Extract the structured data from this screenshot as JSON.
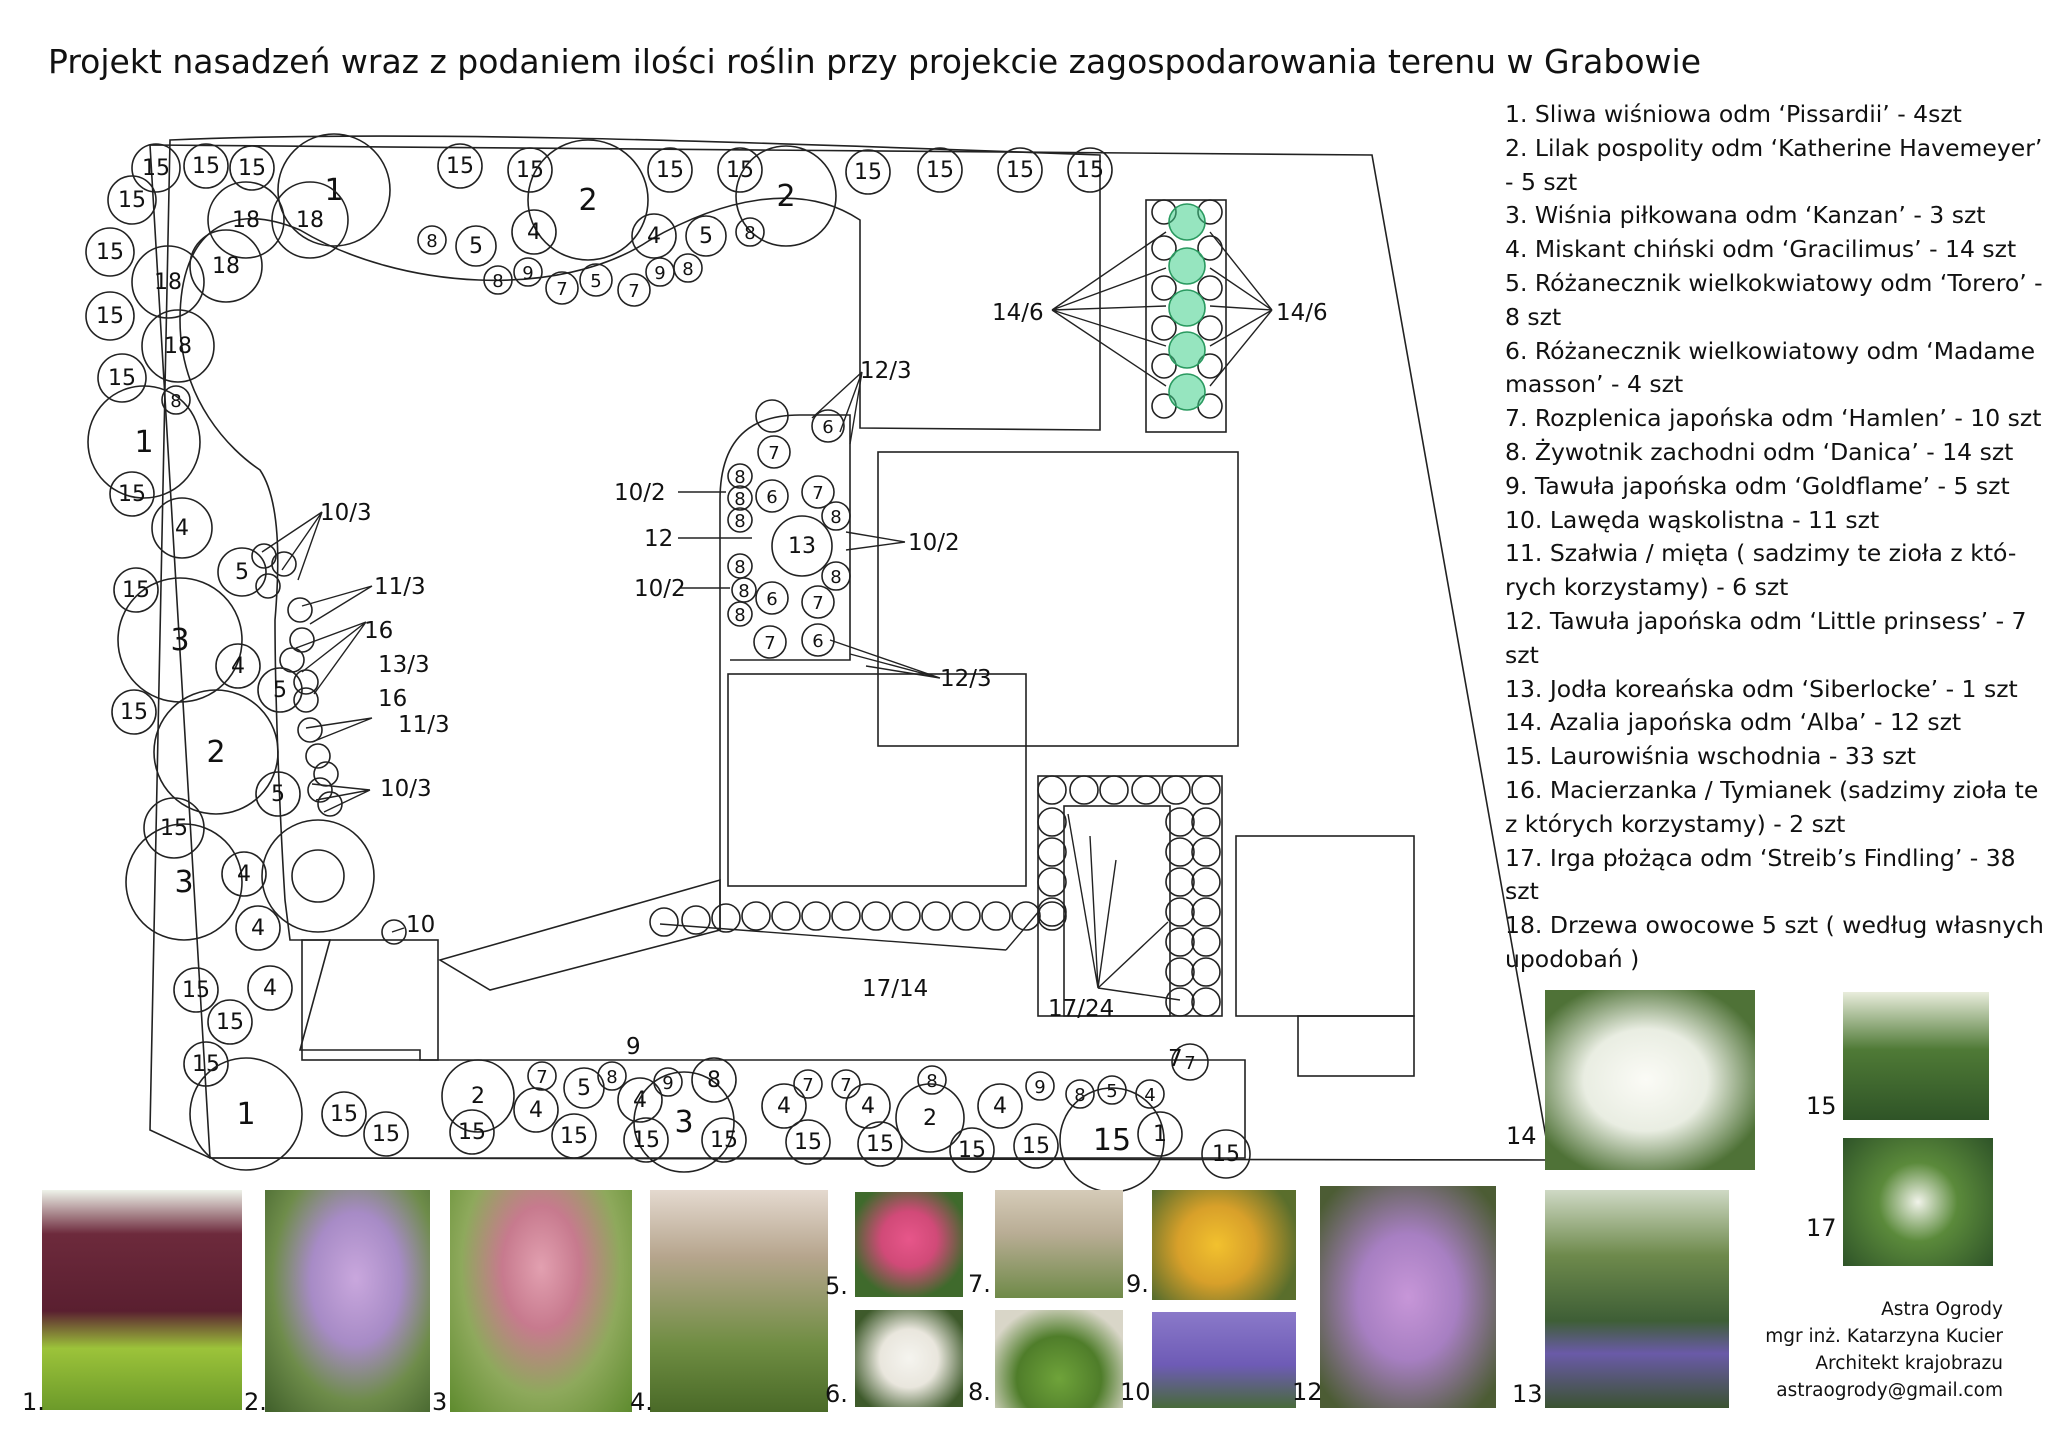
{
  "title": "Projekt nasadzeń wraz z podaniem ilości roślin przy projekcie zagospodarowania terenu w Grabowie",
  "legend": [
    "1. Sliwa wiśniowa odm ‘Pissardii’ - 4szt",
    "2. Lilak pospolity odm ‘Katherine Havemeyer’ - 5 szt",
    "3. Wiśnia piłkowana odm ‘Kanzan’ - 3 szt",
    "4. Miskant chiński odm ‘Gracilimus’ - 14 szt",
    "5. Różanecznik wielkokwiatowy odm ‘Torero’ - 8 szt",
    "6. Różanecznik wielkowiatowy odm ‘Madame masson’ - 4 szt",
    "7. Rozplenica japońska odm ‘Hamlen’ - 10 szt",
    "8. Żywotnik zachodni odm ‘Danica’ - 14 szt",
    "9. Tawuła japońska odm ‘Goldflame’ - 5 szt",
    "10. Lawęda wąskolistna - 11 szt",
    "11. Szałwia / mięta ( sadzimy te zioła z któ- rych korzystamy) - 6 szt",
    "12. Tawuła japońska odm ‘Little prinsess’ - 7 szt",
    "13. Jodła koreańska odm ‘Siberlocke’ - 1 szt",
    "14. Azalia japońska odm ‘Alba’ - 12 szt",
    "15. Laurowiśnia wschodnia - 33 szt",
    "16. Macierzanka / Tymianek (sadzimy zioła te z których korzystamy) - 2 szt",
    "17. Irga płożąca odm ‘Streib’s Findling’ - 38 szt",
    "18. Drzewa owocowe 5 szt ( według własnych upodobań )"
  ],
  "callouts": {
    "c14a": "14/6",
    "c14b": "14/6",
    "c12a": "12/3",
    "c12b": "12/3",
    "c10a": "10/2",
    "c10b": "10/2",
    "c10c": "10/2",
    "c12": "12",
    "c103a": "10/3",
    "c103b": "10/3",
    "c113a": "11/3",
    "c113b": "11/3",
    "c16a": "16",
    "c16b": "16",
    "c133": "13/3",
    "c10": "10",
    "c1714": "17/14",
    "c1724": "17/24",
    "c9": "9",
    "c7": "7"
  },
  "photo_labels": [
    "1.",
    "2.",
    "3",
    "4.",
    "5.",
    "6.",
    "7.",
    "8.",
    "9.",
    "10",
    "12",
    "13",
    "14",
    "15",
    "17"
  ],
  "credits": [
    "Astra Ogrody",
    "mgr inż. Katarzyna Kucier",
    "Architekt krajobrazu",
    "astraogrody@gmail.com"
  ]
}
